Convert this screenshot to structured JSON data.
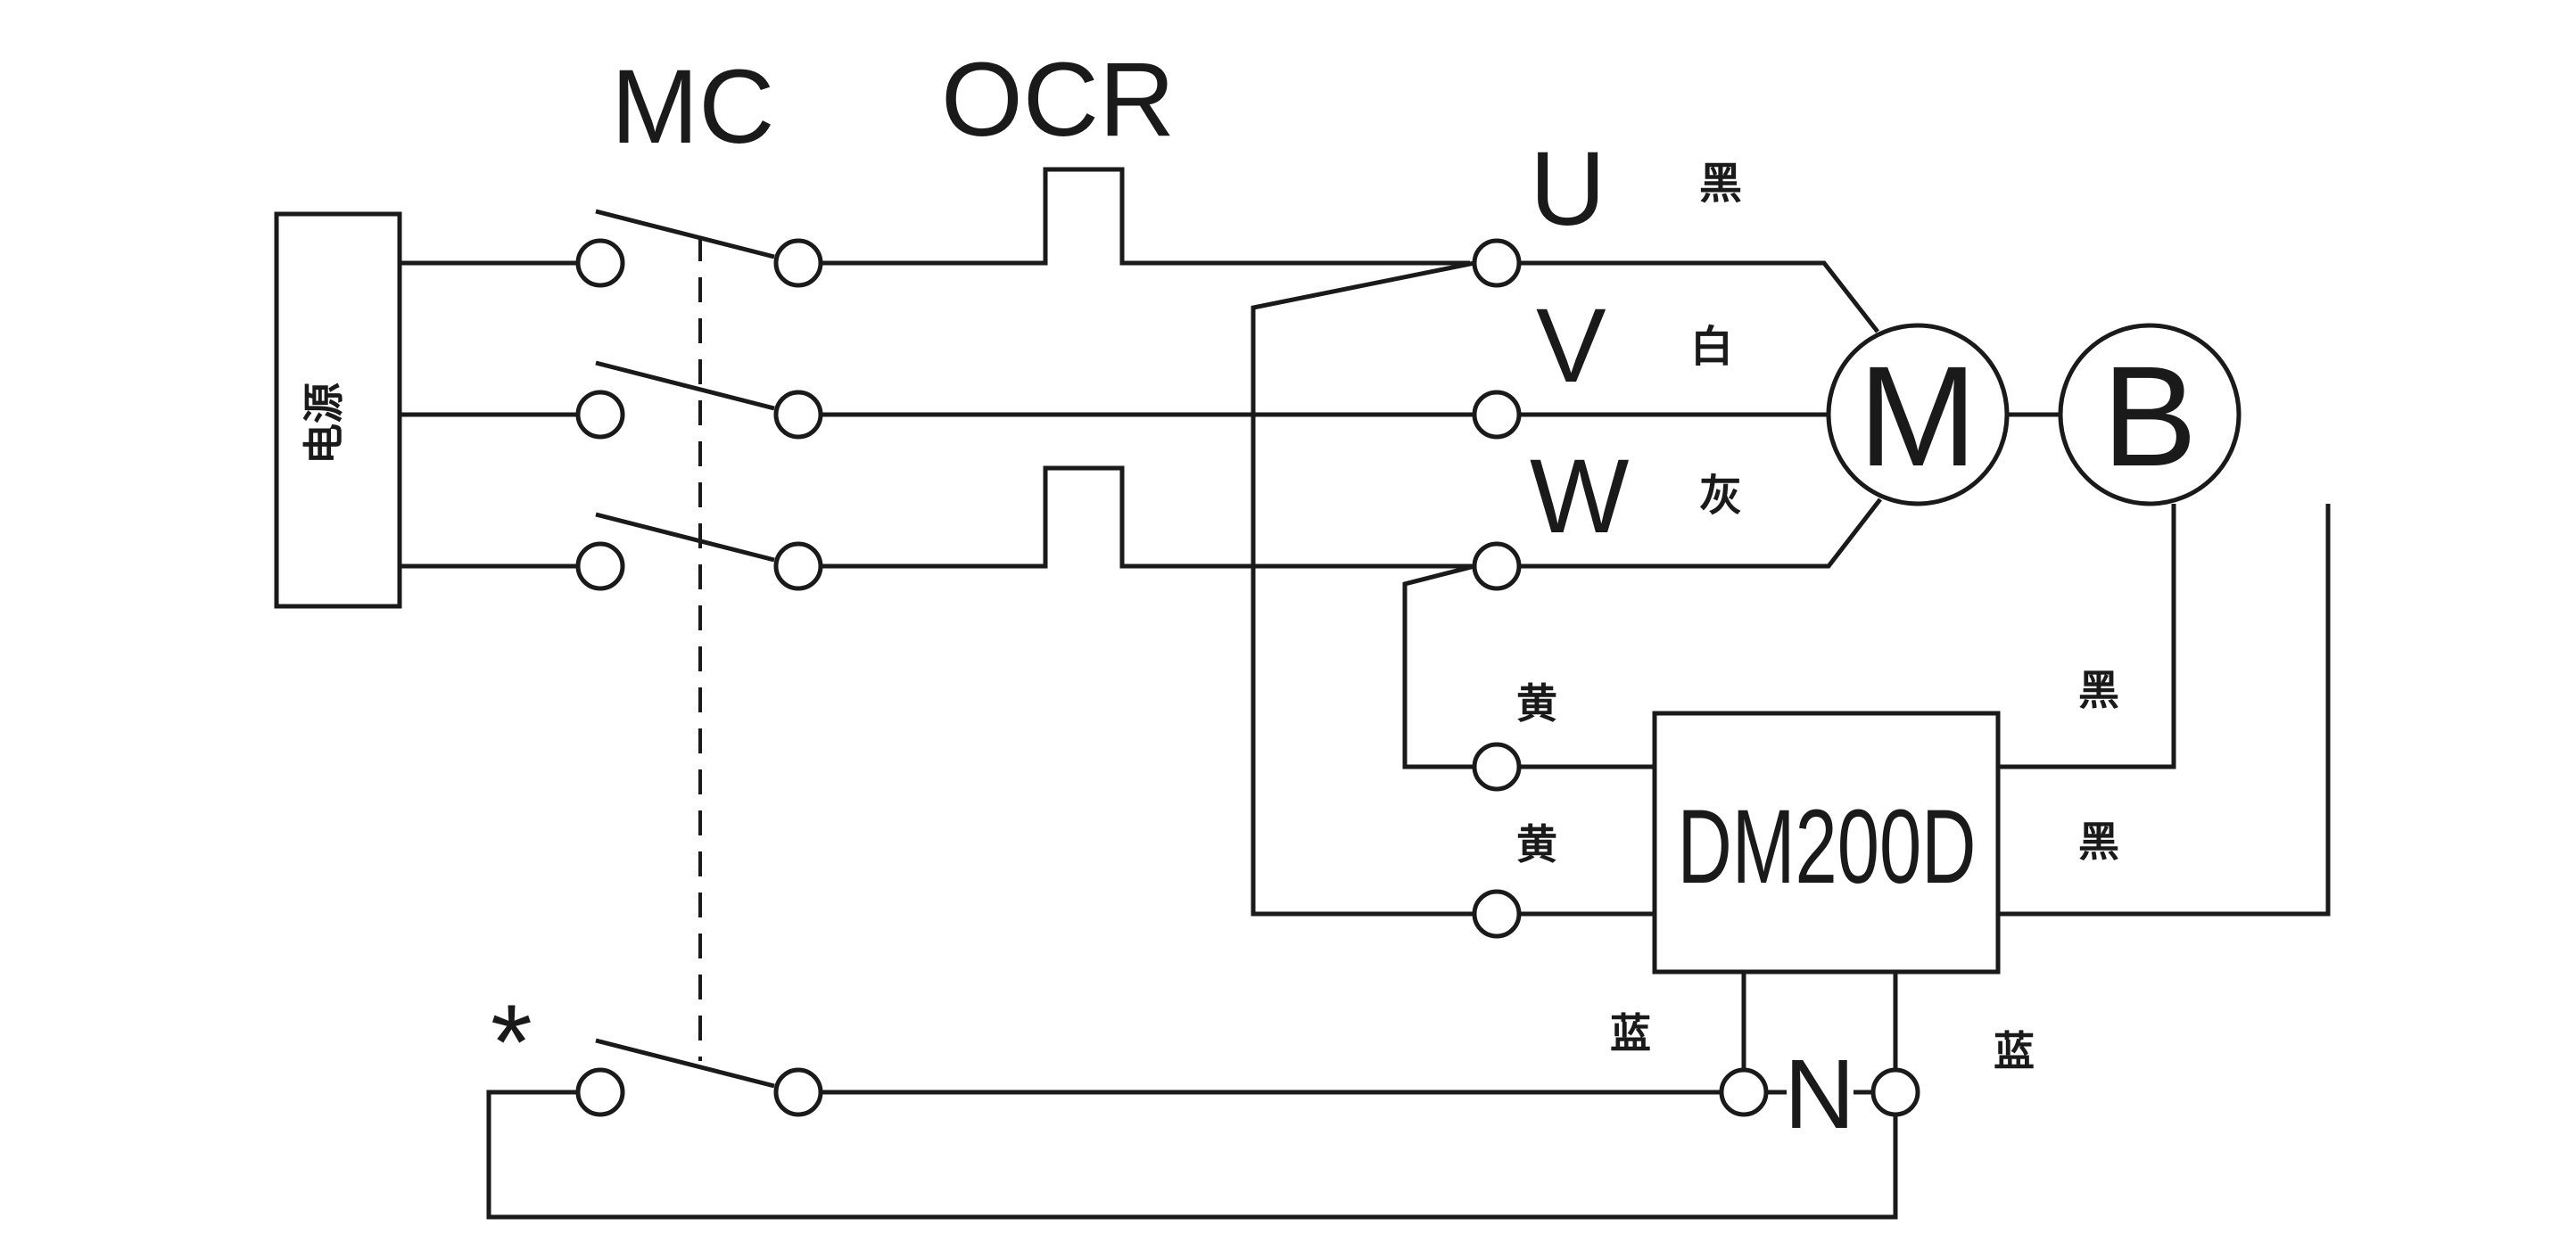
{
  "labels": {
    "mc": "MC",
    "ocr": "OCR",
    "power_source": "电源",
    "phase_u": "U",
    "phase_v": "V",
    "phase_w": "W",
    "motor": "M",
    "brake": "B",
    "controller": "DM200D",
    "neutral": "N",
    "aux_switch_mark": "*"
  },
  "wire_colors": {
    "u": "黑",
    "v": "白",
    "w": "灰",
    "ctrl_in_1": "黄",
    "ctrl_in_2": "黄",
    "ctrl_out_1": "黑",
    "ctrl_out_2": "黑",
    "neutral_left": "蓝",
    "neutral_right": "蓝"
  }
}
